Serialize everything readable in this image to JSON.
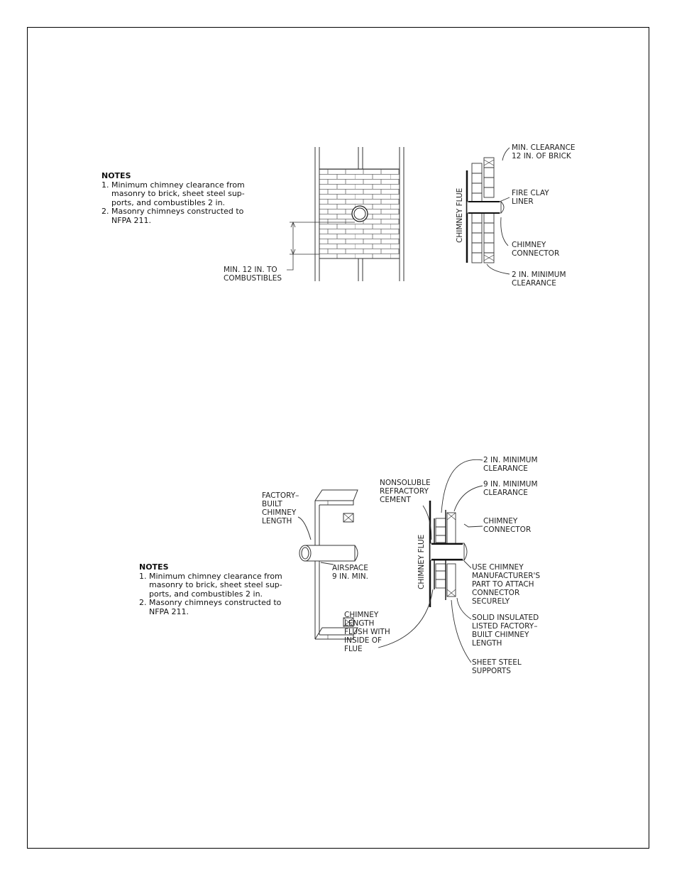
{
  "figure1": {
    "notes_title": "NOTES",
    "notes": [
      "1. Minimum chimney clearance from",
      "    masonry to brick, sheet steel sup-",
      "    ports, and combustibles 2 in.",
      "2. Masonry chimneys constructed to",
      "    NFPA 211."
    ],
    "label_min12_l1": "MIN. 12 IN. TO",
    "label_min12_l2": "COMBUSTIBLES",
    "label_minclear_l1": "MIN. CLEARANCE",
    "label_minclear_l2": "12 IN. OF BRICK",
    "label_fireclay_l1": "FIRE CLAY",
    "label_fireclay_l2": "LINER",
    "label_connector_l1": "CHIMNEY",
    "label_connector_l2": "CONNECTOR",
    "label_2in_l1": "2 IN. MINIMUM",
    "label_2in_l2": "CLEARANCE",
    "label_flue": "CHIMNEY FLUE"
  },
  "figure2": {
    "notes_title": "NOTES",
    "notes": [
      "1. Minimum chimney clearance from",
      "    masonry to brick, sheet steel sup-",
      "    ports, and combustibles 2 in.",
      "2. Masonry chimneys constructed to",
      "    NFPA 211."
    ],
    "label_factory": [
      "FACTORY–",
      "BUILT",
      "CHIMNEY",
      "LENGTH"
    ],
    "label_airspace": [
      "AIRSPACE",
      "9 IN. MIN."
    ],
    "label_nonsoluble": [
      "NONSOLUBLE",
      "REFRACTORY",
      "CEMENT"
    ],
    "label_2in": [
      "2 IN. MINIMUM",
      "CLEARANCE"
    ],
    "label_9in": [
      "9 IN. MINIMUM",
      "CLEARANCE"
    ],
    "label_connector": [
      "CHIMNEY",
      "CONNECTOR"
    ],
    "label_use": [
      "USE CHIMNEY",
      "MANUFACTURER'S",
      "PART TO ATTACH",
      "CONNECTOR",
      "SECURELY"
    ],
    "label_solid": [
      "SOLID INSULATED",
      "LISTED FACTORY–",
      "BUILT CHIMNEY",
      "LENGTH"
    ],
    "label_sheet": [
      "SHEET STEEL",
      "SUPPORTS"
    ],
    "label_flush": [
      "CHIMNEY",
      "LENGTH",
      "FLUSH WITH",
      "INSIDE OF",
      "FLUE"
    ],
    "label_flue": "CHIMNEY FLUE"
  }
}
